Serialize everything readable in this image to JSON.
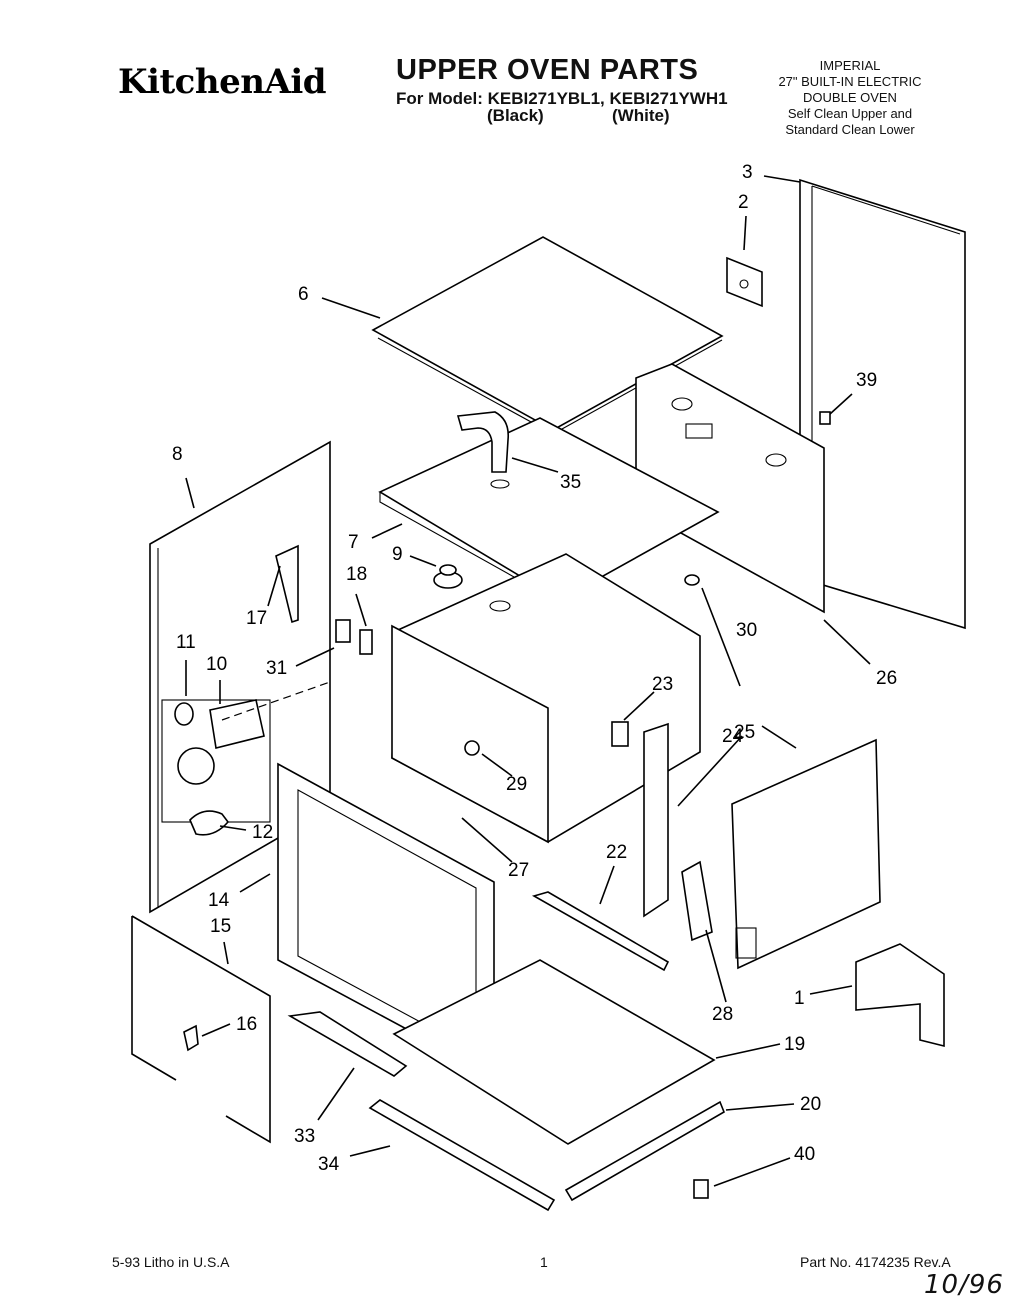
{
  "header": {
    "brand": "KitchenAid",
    "title": "UPPER OVEN PARTS",
    "model_line": "For Model: KEBI271YBL1, KEBI271YWH1",
    "color_left": "(Black)",
    "color_right": "(White)",
    "description": [
      "IMPERIAL",
      "27\" BUILT-IN ELECTRIC",
      "DOUBLE OVEN",
      "Self Clean Upper and",
      "Standard Clean Lower"
    ]
  },
  "callouts": [
    "1",
    "2",
    "3",
    "6",
    "7",
    "8",
    "9",
    "10",
    "11",
    "12",
    "14",
    "15",
    "16",
    "17",
    "18",
    "19",
    "20",
    "22",
    "23",
    "24",
    "25",
    "26",
    "27",
    "28",
    "29",
    "30",
    "31",
    "33",
    "34",
    "35",
    "39",
    "40"
  ],
  "footer": {
    "litho": "5-93 Litho in U.S.A",
    "page": "1",
    "part_no": "Part No. 4174235 Rev.A",
    "handwritten": "10/96"
  }
}
